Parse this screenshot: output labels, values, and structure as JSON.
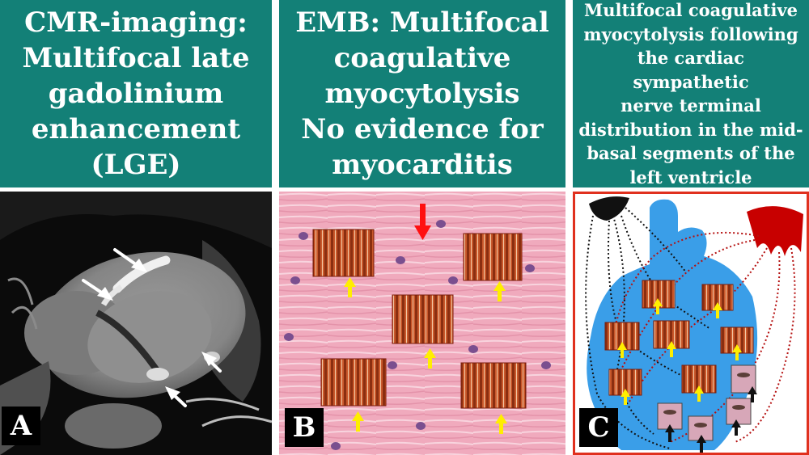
{
  "panels": [
    {
      "title_lines": [
        "CMR-imaging:",
        "Multifocal late",
        "gadolinium",
        "enhancement",
        "(LGE)"
      ],
      "letter": "A"
    },
    {
      "title_lines": [
        "EMB: Multifocal",
        "coagulative",
        "myocytolysis",
        "No evidence for",
        "myocarditis"
      ],
      "letter": "B"
    },
    {
      "title_lines": [
        "Multifocal coagulative",
        "myocytolysis following",
        "the cardiac sympathetic",
        "nerve terminal",
        "distribution in the mid-",
        "basal segments of the",
        "left ventricle"
      ],
      "letter": "C"
    }
  ],
  "colors": {
    "header_bg": "#138077",
    "header_text": "#ffffff",
    "panel_c_border": "#e0301e",
    "heart": "#3a9ee8",
    "arrow_yellow": "#ffee00",
    "arrow_red": "#ff1010",
    "arrow_white": "#ffffff",
    "nerve_red": "#c80000"
  }
}
